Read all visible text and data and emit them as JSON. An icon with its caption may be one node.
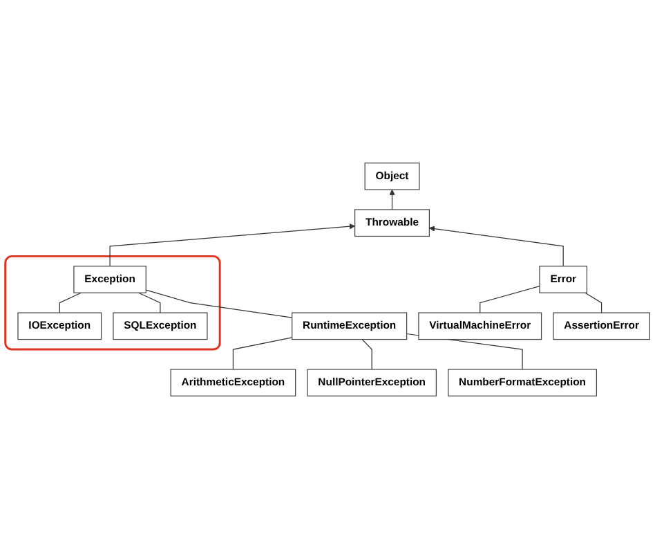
{
  "diagram": {
    "nodes": [
      {
        "text": [
          "Object"
        ]
      },
      {
        "text": [
          "Throwable"
        ]
      },
      {
        "text": [],
        "shape": "box"
      },
      {
        "text": [
          "Exception"
        ],
        "in": 2
      },
      {
        "text": [
          "IOException"
        ],
        "in": 2
      },
      {
        "text": [
          "SQLException"
        ],
        "in": 2
      },
      {
        "text": [
          "RuntimeException"
        ]
      },
      {
        "text": [
          "ArithmeticException"
        ]
      },
      {
        "text": [
          "NullPointerException"
        ]
      },
      {
        "text": [
          "NumberFormatException"
        ]
      },
      {
        "text": [
          "Error"
        ]
      },
      {
        "text": [
          "VirtualMachineError"
        ]
      },
      {
        "text": [
          "AssertionError"
        ]
      }
    ],
    "edges": [
      {
        "from": 1,
        "to": 0,
        "arrow": "to"
      },
      {
        "from": 3,
        "to": 1,
        "arrow": "to"
      },
      {
        "from": 10,
        "to": 1,
        "arrow": "to"
      },
      {
        "from": 3,
        "to": 4,
        "arrow": "none"
      },
      {
        "from": 3,
        "to": 5,
        "arrow": "none"
      },
      {
        "from": 3,
        "to": 6,
        "arrow": "none"
      },
      {
        "from": 6,
        "to": 7,
        "arrow": "none"
      },
      {
        "from": 6,
        "to": 8,
        "arrow": "none"
      },
      {
        "from": 6,
        "to": 9,
        "arrow": "none"
      },
      {
        "from": 10,
        "to": 11,
        "arrow": "none"
      },
      {
        "from": 10,
        "to": 12,
        "arrow": "none"
      }
    ]
  }
}
